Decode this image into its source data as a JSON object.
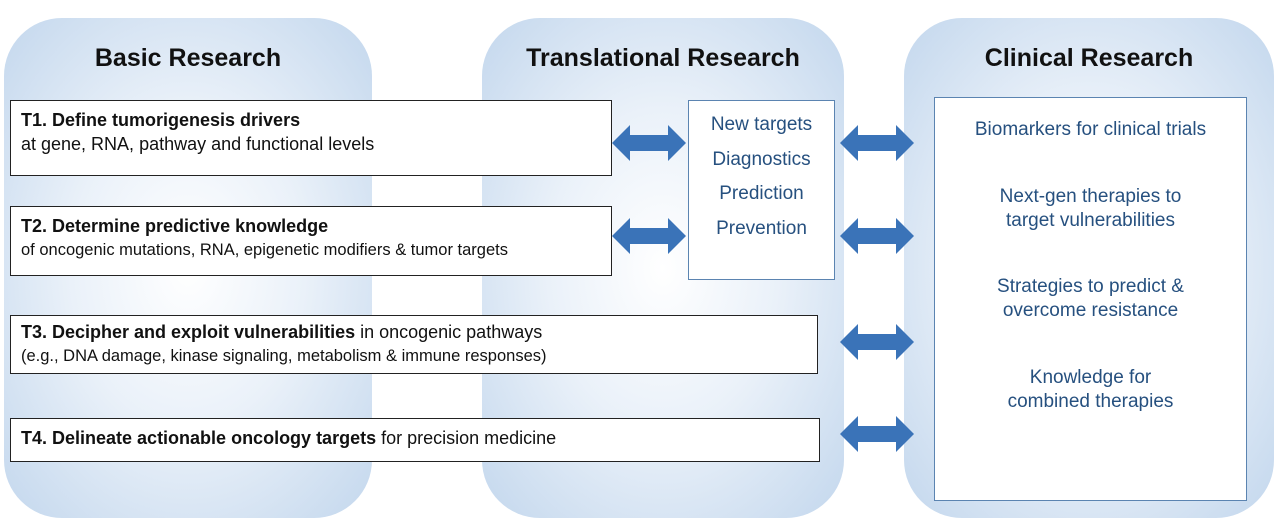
{
  "columns": {
    "basic": "Basic Research",
    "translational": "Translational Research",
    "clinical": "Clinical Research"
  },
  "tasks": [
    {
      "lead": "T1. Define tumorigenesis drivers",
      "rest": "",
      "sub": "at gene, RNA, pathway and functional levels"
    },
    {
      "lead": "T2. Determine predictive knowledge",
      "rest": "",
      "sub": "of oncogenic mutations, RNA, epigenetic modifiers & tumor targets"
    },
    {
      "lead": "T3. Decipher and exploit vulnerabilities",
      "rest": " in oncogenic pathways",
      "sub": "(e.g., DNA damage, kinase signaling, metabolism & immune responses)"
    },
    {
      "lead": "T4. Delineate actionable oncology targets",
      "rest": " for precision medicine",
      "sub": ""
    }
  ],
  "translational_items": [
    "New targets",
    "Diagnostics",
    "Prediction",
    "Prevention"
  ],
  "clinical_items": [
    [
      "Biomarkers for clinical trials"
    ],
    [
      "Next-gen therapies to",
      "target vulnerabilities"
    ],
    [
      "Strategies to predict &",
      "overcome resistance"
    ],
    [
      "Knowledge for",
      "combined therapies"
    ]
  ],
  "colors": {
    "arrow": "#3a73b8",
    "text_accent": "#26507f",
    "box_border": "#5b84b1"
  }
}
